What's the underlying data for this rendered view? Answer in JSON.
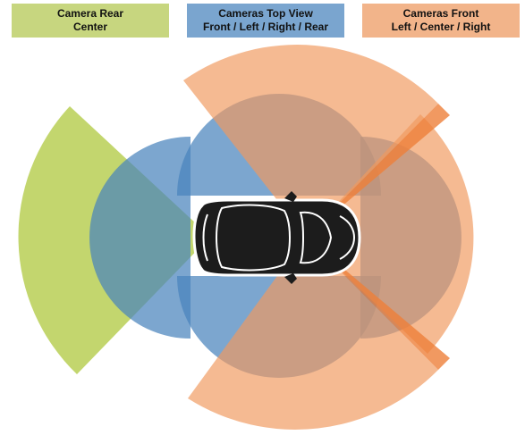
{
  "legend": {
    "rear_camera": {
      "line1": "Camera Rear",
      "line2": "Center",
      "color": "#c7d67f"
    },
    "top_view_cameras": {
      "line1": "Cameras Top View",
      "line2": "Front / Left / Right / Rear",
      "color": "#7aa5cf"
    },
    "front_cameras": {
      "line1": "Cameras Front",
      "line2": "Left / Center / Right",
      "color": "#f2b48a"
    }
  },
  "colors": {
    "rear_zone": "#b9cf55",
    "top_view_zone": "#4a84bd",
    "front_zone": "#f0995e",
    "front_beam": "#ee7f3a",
    "car_body": "#1c1c1c",
    "car_outline": "#ffffff"
  },
  "icons": [
    "car-top-view-icon"
  ]
}
